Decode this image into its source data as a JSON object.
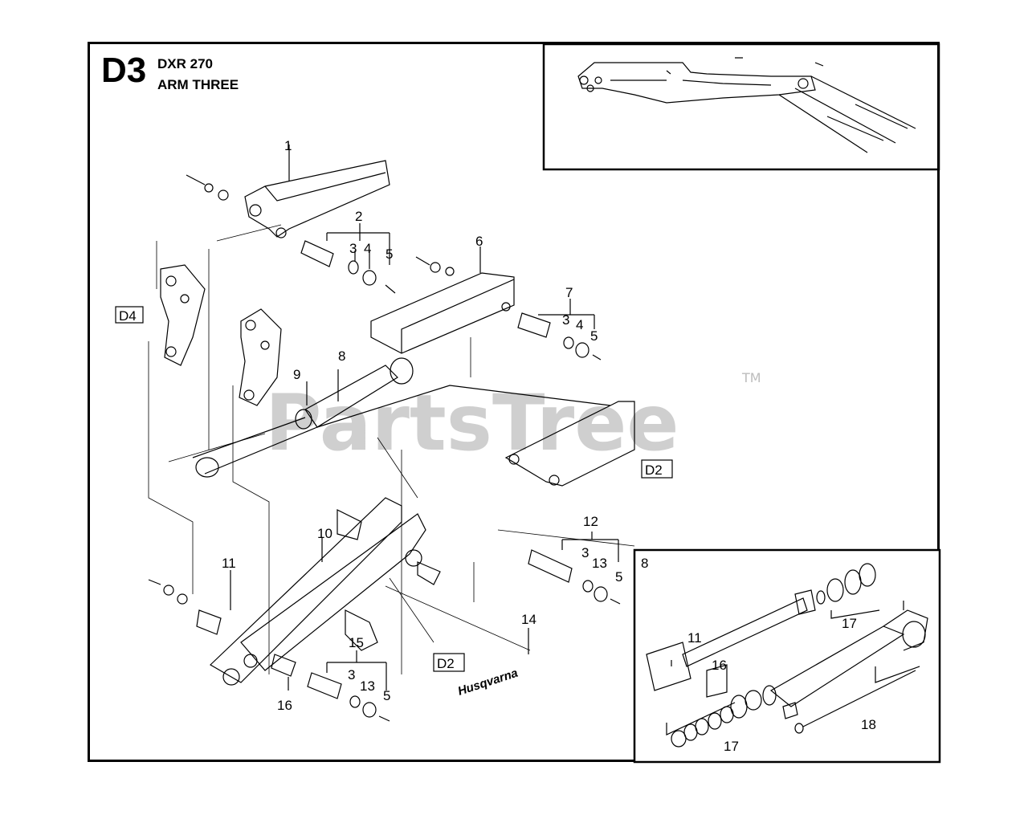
{
  "header": {
    "code": "D3",
    "model": "DXR 270",
    "section": "ARM THREE"
  },
  "watermark": {
    "text": "PartsTree",
    "trademark": "TM"
  },
  "references": {
    "d4": "D4",
    "d2_right": "D2",
    "d2_bottom": "D2"
  },
  "brand_label": "Husqvarna",
  "callouts": {
    "c1": "1",
    "c2": "2",
    "c3a": "3",
    "c4a": "4",
    "c5a": "5",
    "c6": "6",
    "c7": "7",
    "c3b": "3",
    "c4b": "4",
    "c5b": "5",
    "c8": "8",
    "c9": "9",
    "c10": "10",
    "c11": "11",
    "c12": "12",
    "c3c": "3",
    "c13a": "13",
    "c5c": "5",
    "c14": "14",
    "c15": "15",
    "c3d": "3",
    "c13b": "13",
    "c5d": "5",
    "c16": "16"
  },
  "inset_cylinder": {
    "label": "8",
    "c11": "11",
    "c16": "16",
    "c17a": "17",
    "c17b": "17",
    "c18": "18"
  },
  "colors": {
    "line": "#000000",
    "watermark": "#cfcfcf",
    "background": "#ffffff"
  }
}
